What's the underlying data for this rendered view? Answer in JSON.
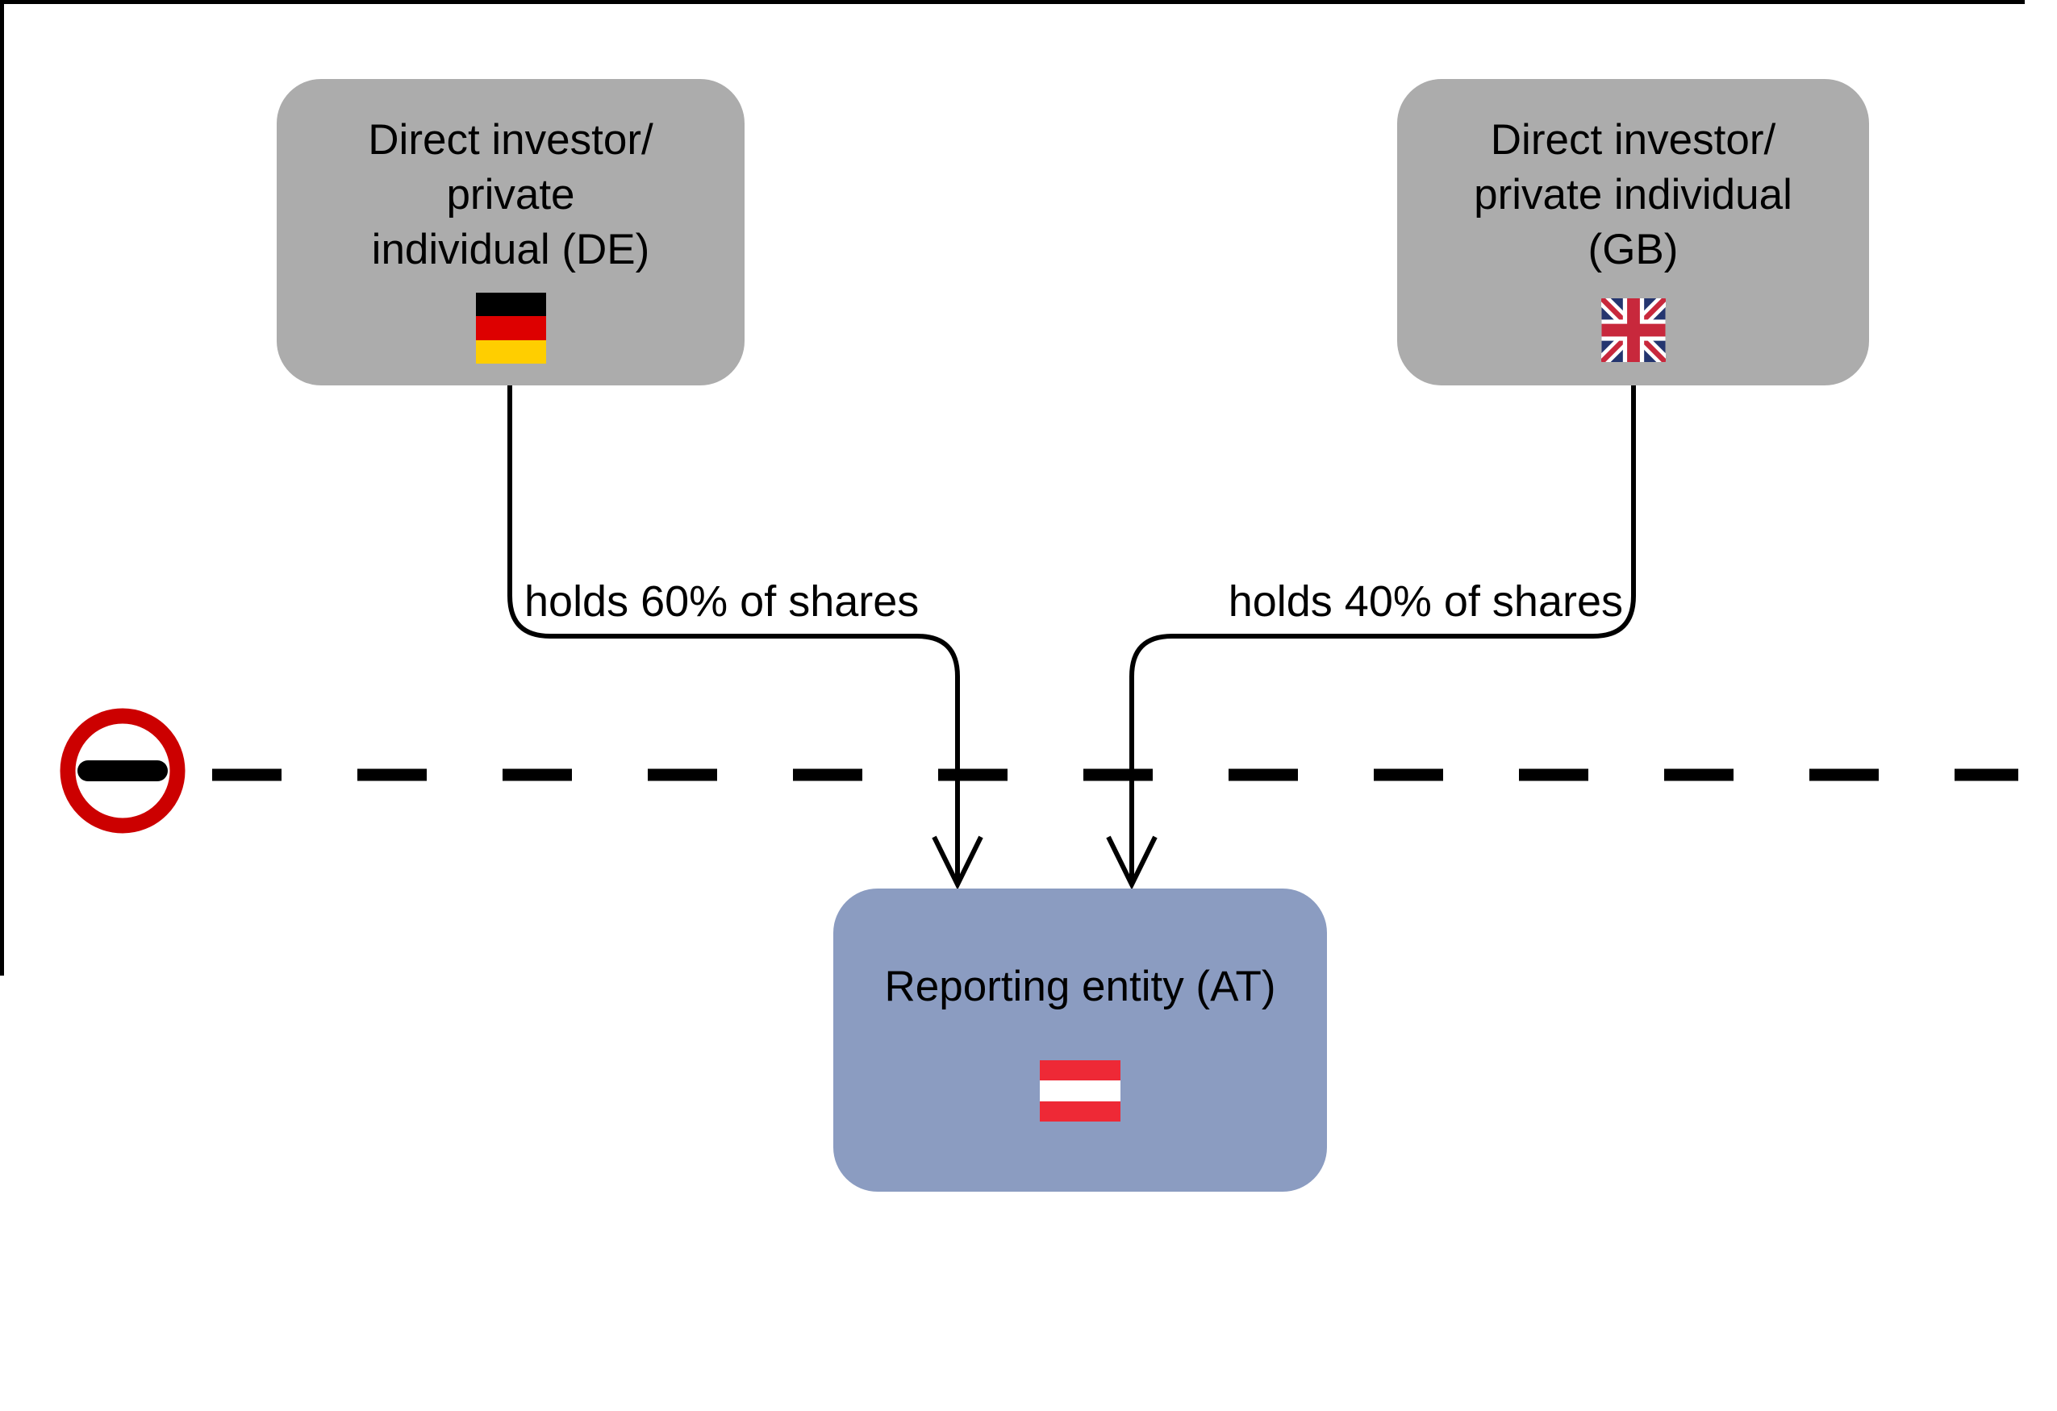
{
  "diagram": {
    "title": "direct investment ownership structure",
    "nodes": {
      "investor_de": {
        "lines": [
          "Direct investor/",
          "private",
          "individual (DE)"
        ],
        "flag": "germany-flag",
        "country_code": "DE",
        "fill": "#acacac"
      },
      "investor_gb": {
        "lines": [
          "Direct investor/",
          "private individual",
          "(GB)"
        ],
        "flag": "uk-flag",
        "country_code": "GB",
        "fill": "#acacac"
      },
      "reporting_at": {
        "lines": [
          "Reporting entity (AT)"
        ],
        "flag": "austria-flag",
        "country_code": "AT",
        "fill": "#8b9cc1"
      }
    },
    "edges": {
      "de_to_at": {
        "from": "investor_de",
        "to": "reporting_at",
        "label": "holds 60% of shares"
      },
      "gb_to_at": {
        "from": "investor_gb",
        "to": "reporting_at",
        "label": "holds 40% of shares"
      }
    },
    "icons": {
      "border_sign": "no-entry-border-sign",
      "border_line": "dashed-country-border"
    },
    "colors": {
      "node_gray": "#acacac",
      "node_blue": "#8b9cc1",
      "sign_red": "#cc0000",
      "line_black": "#000000",
      "flag_de": [
        "#000000",
        "#dd0000",
        "#ffce00"
      ],
      "flag_at": [
        "#ee2936",
        "#ffffff",
        "#ee2936"
      ],
      "flag_gb": [
        "#24356f",
        "#c8283c",
        "#ffffff"
      ]
    }
  }
}
